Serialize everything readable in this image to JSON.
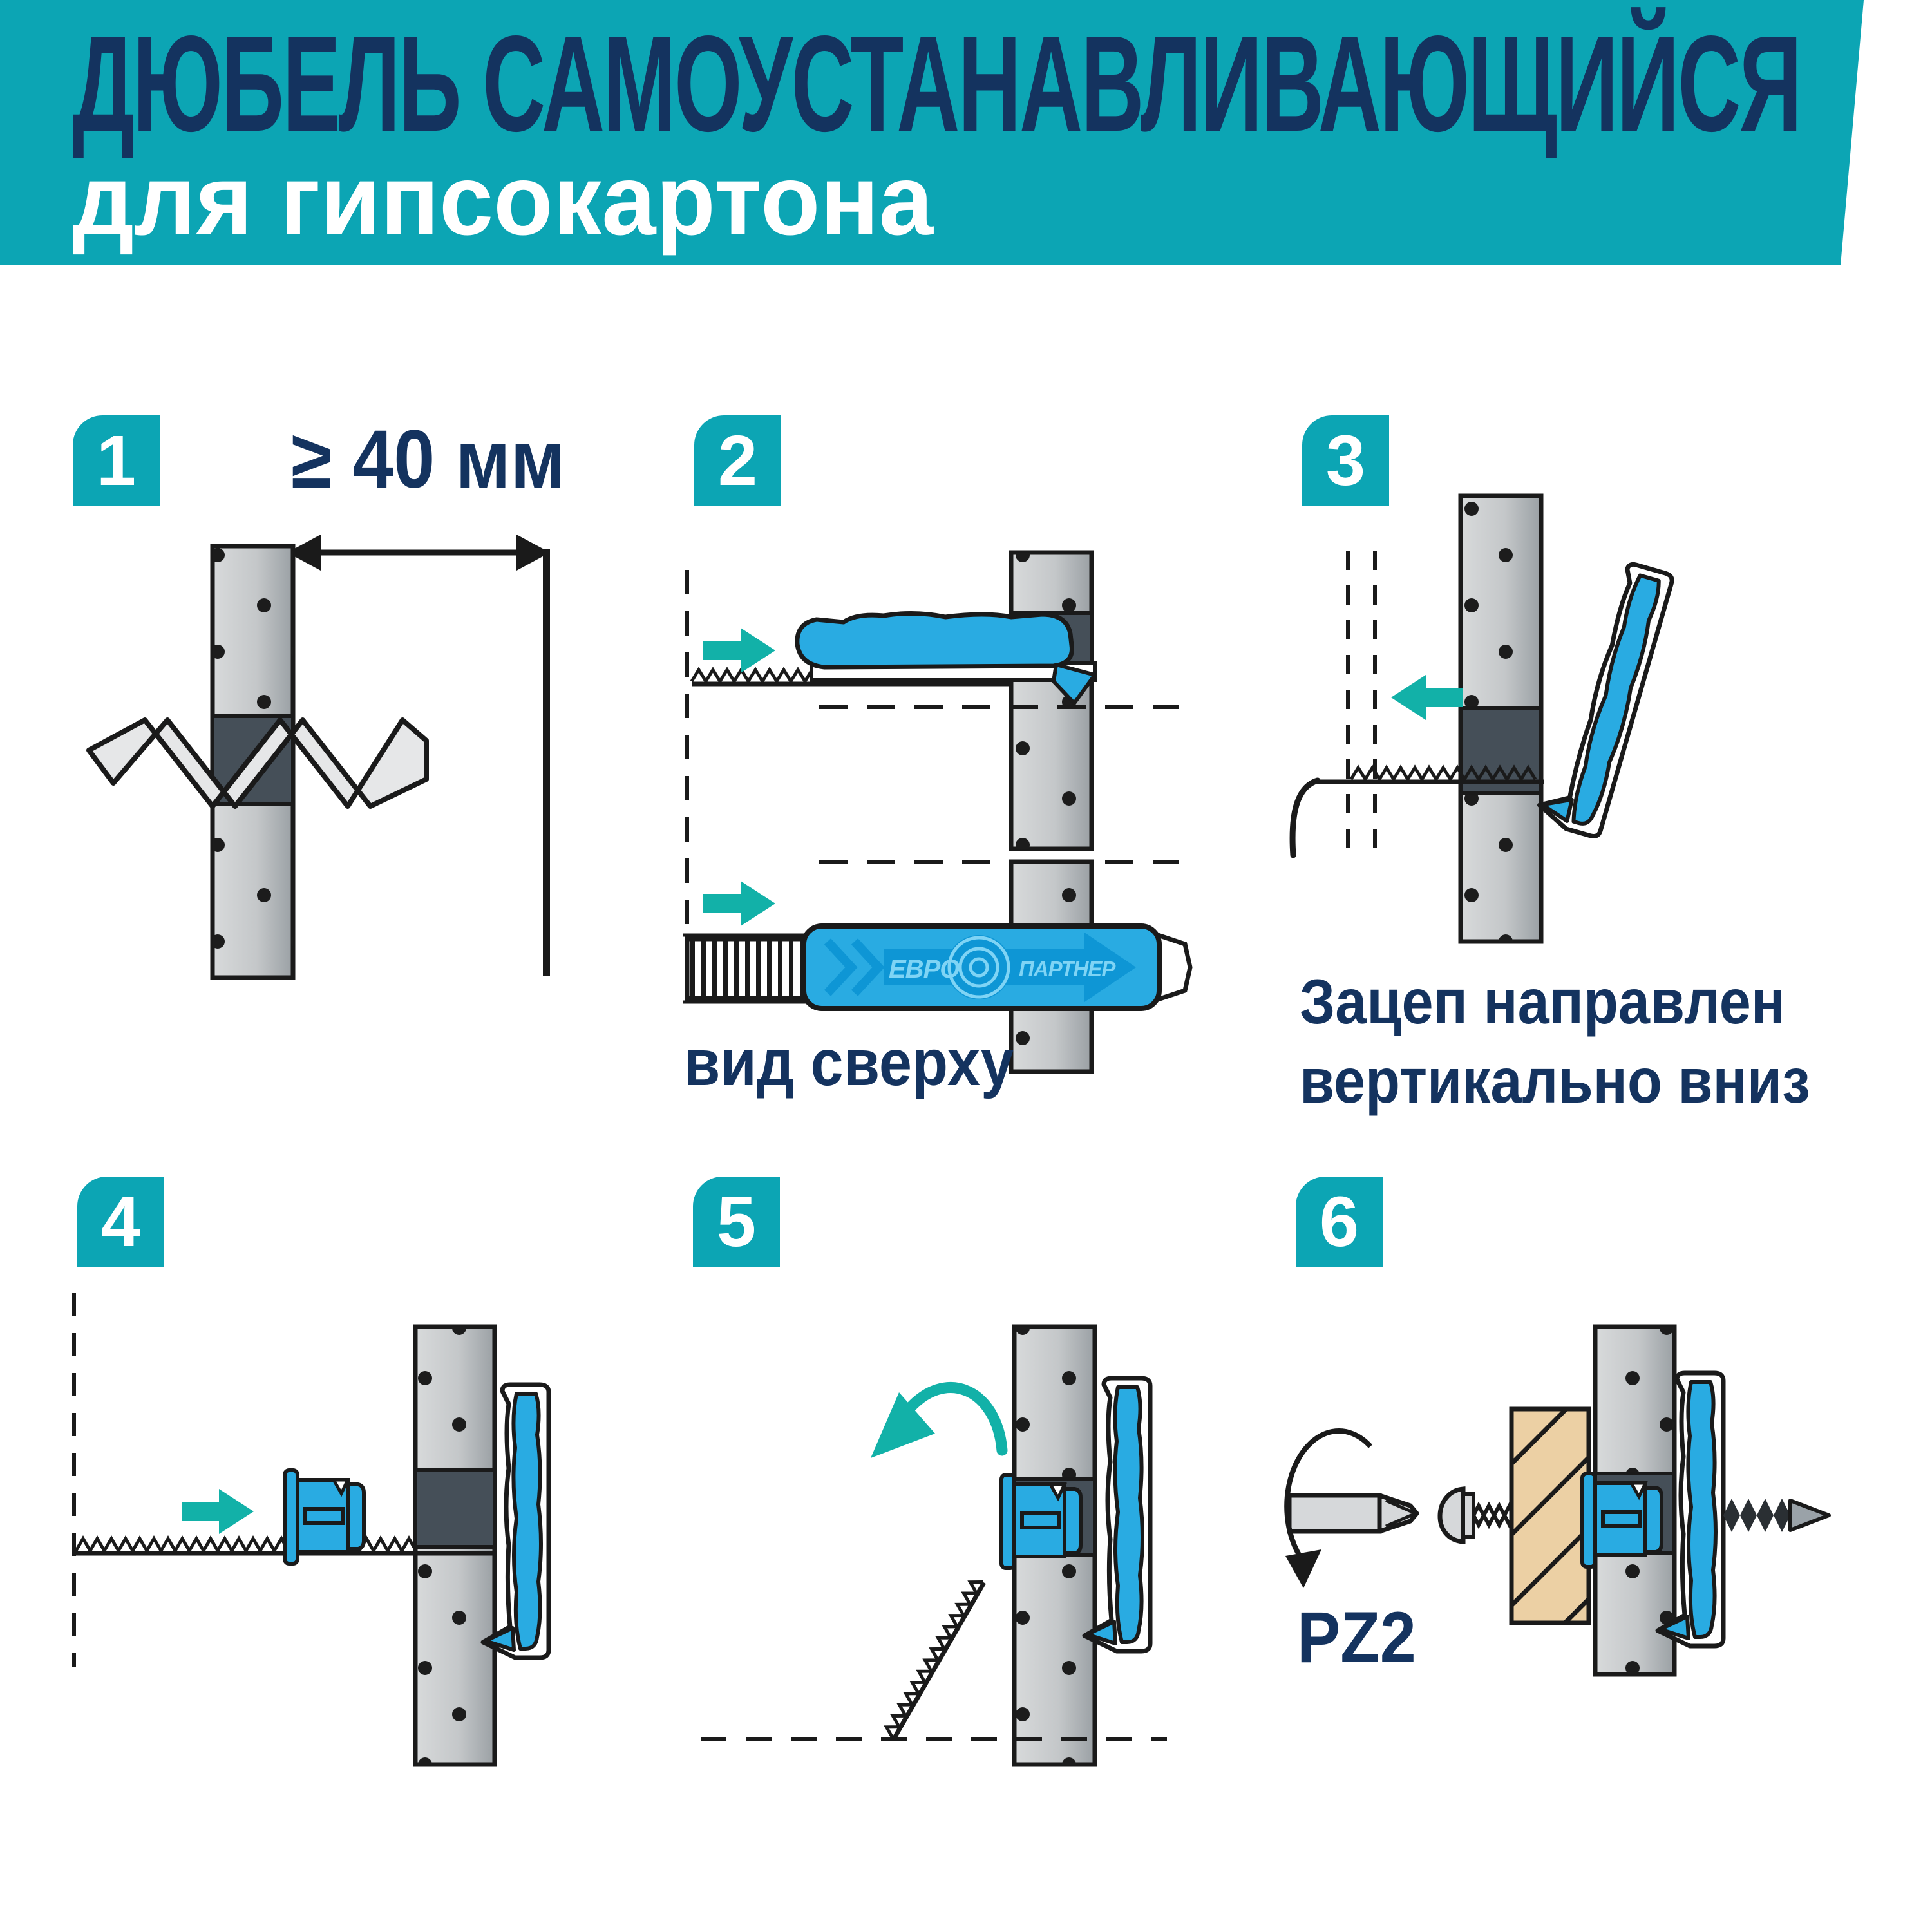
{
  "header": {
    "title_line1": "ДЮБЕЛЬ САМОУСТАНАВЛИВАЮЩИЙСЯ",
    "title_line2": "для гипсокартона"
  },
  "steps": [
    {
      "number": "1",
      "dimension_label": "≥ 40 мм"
    },
    {
      "number": "2",
      "caption": "вид сверху"
    },
    {
      "number": "3",
      "caption_line1": "Зацеп направлен",
      "caption_line2": "вертикально вниз"
    },
    {
      "number": "4"
    },
    {
      "number": "5"
    },
    {
      "number": "6",
      "bit_label": "PZ2"
    }
  ],
  "branding": {
    "word1": "ЕВРО",
    "word2": "ПАРТНЕР"
  },
  "colors": {
    "teal": "#0ca5b4",
    "arrow_teal": "#12b1a8",
    "navy": "#14335f",
    "anchor_blue": "#29abe2",
    "anchor_blue_dark": "#0e96d5",
    "branding_light": "#7fd4f5",
    "hole_dark": "#454f58",
    "wood_tan": "#ecd0a4"
  }
}
